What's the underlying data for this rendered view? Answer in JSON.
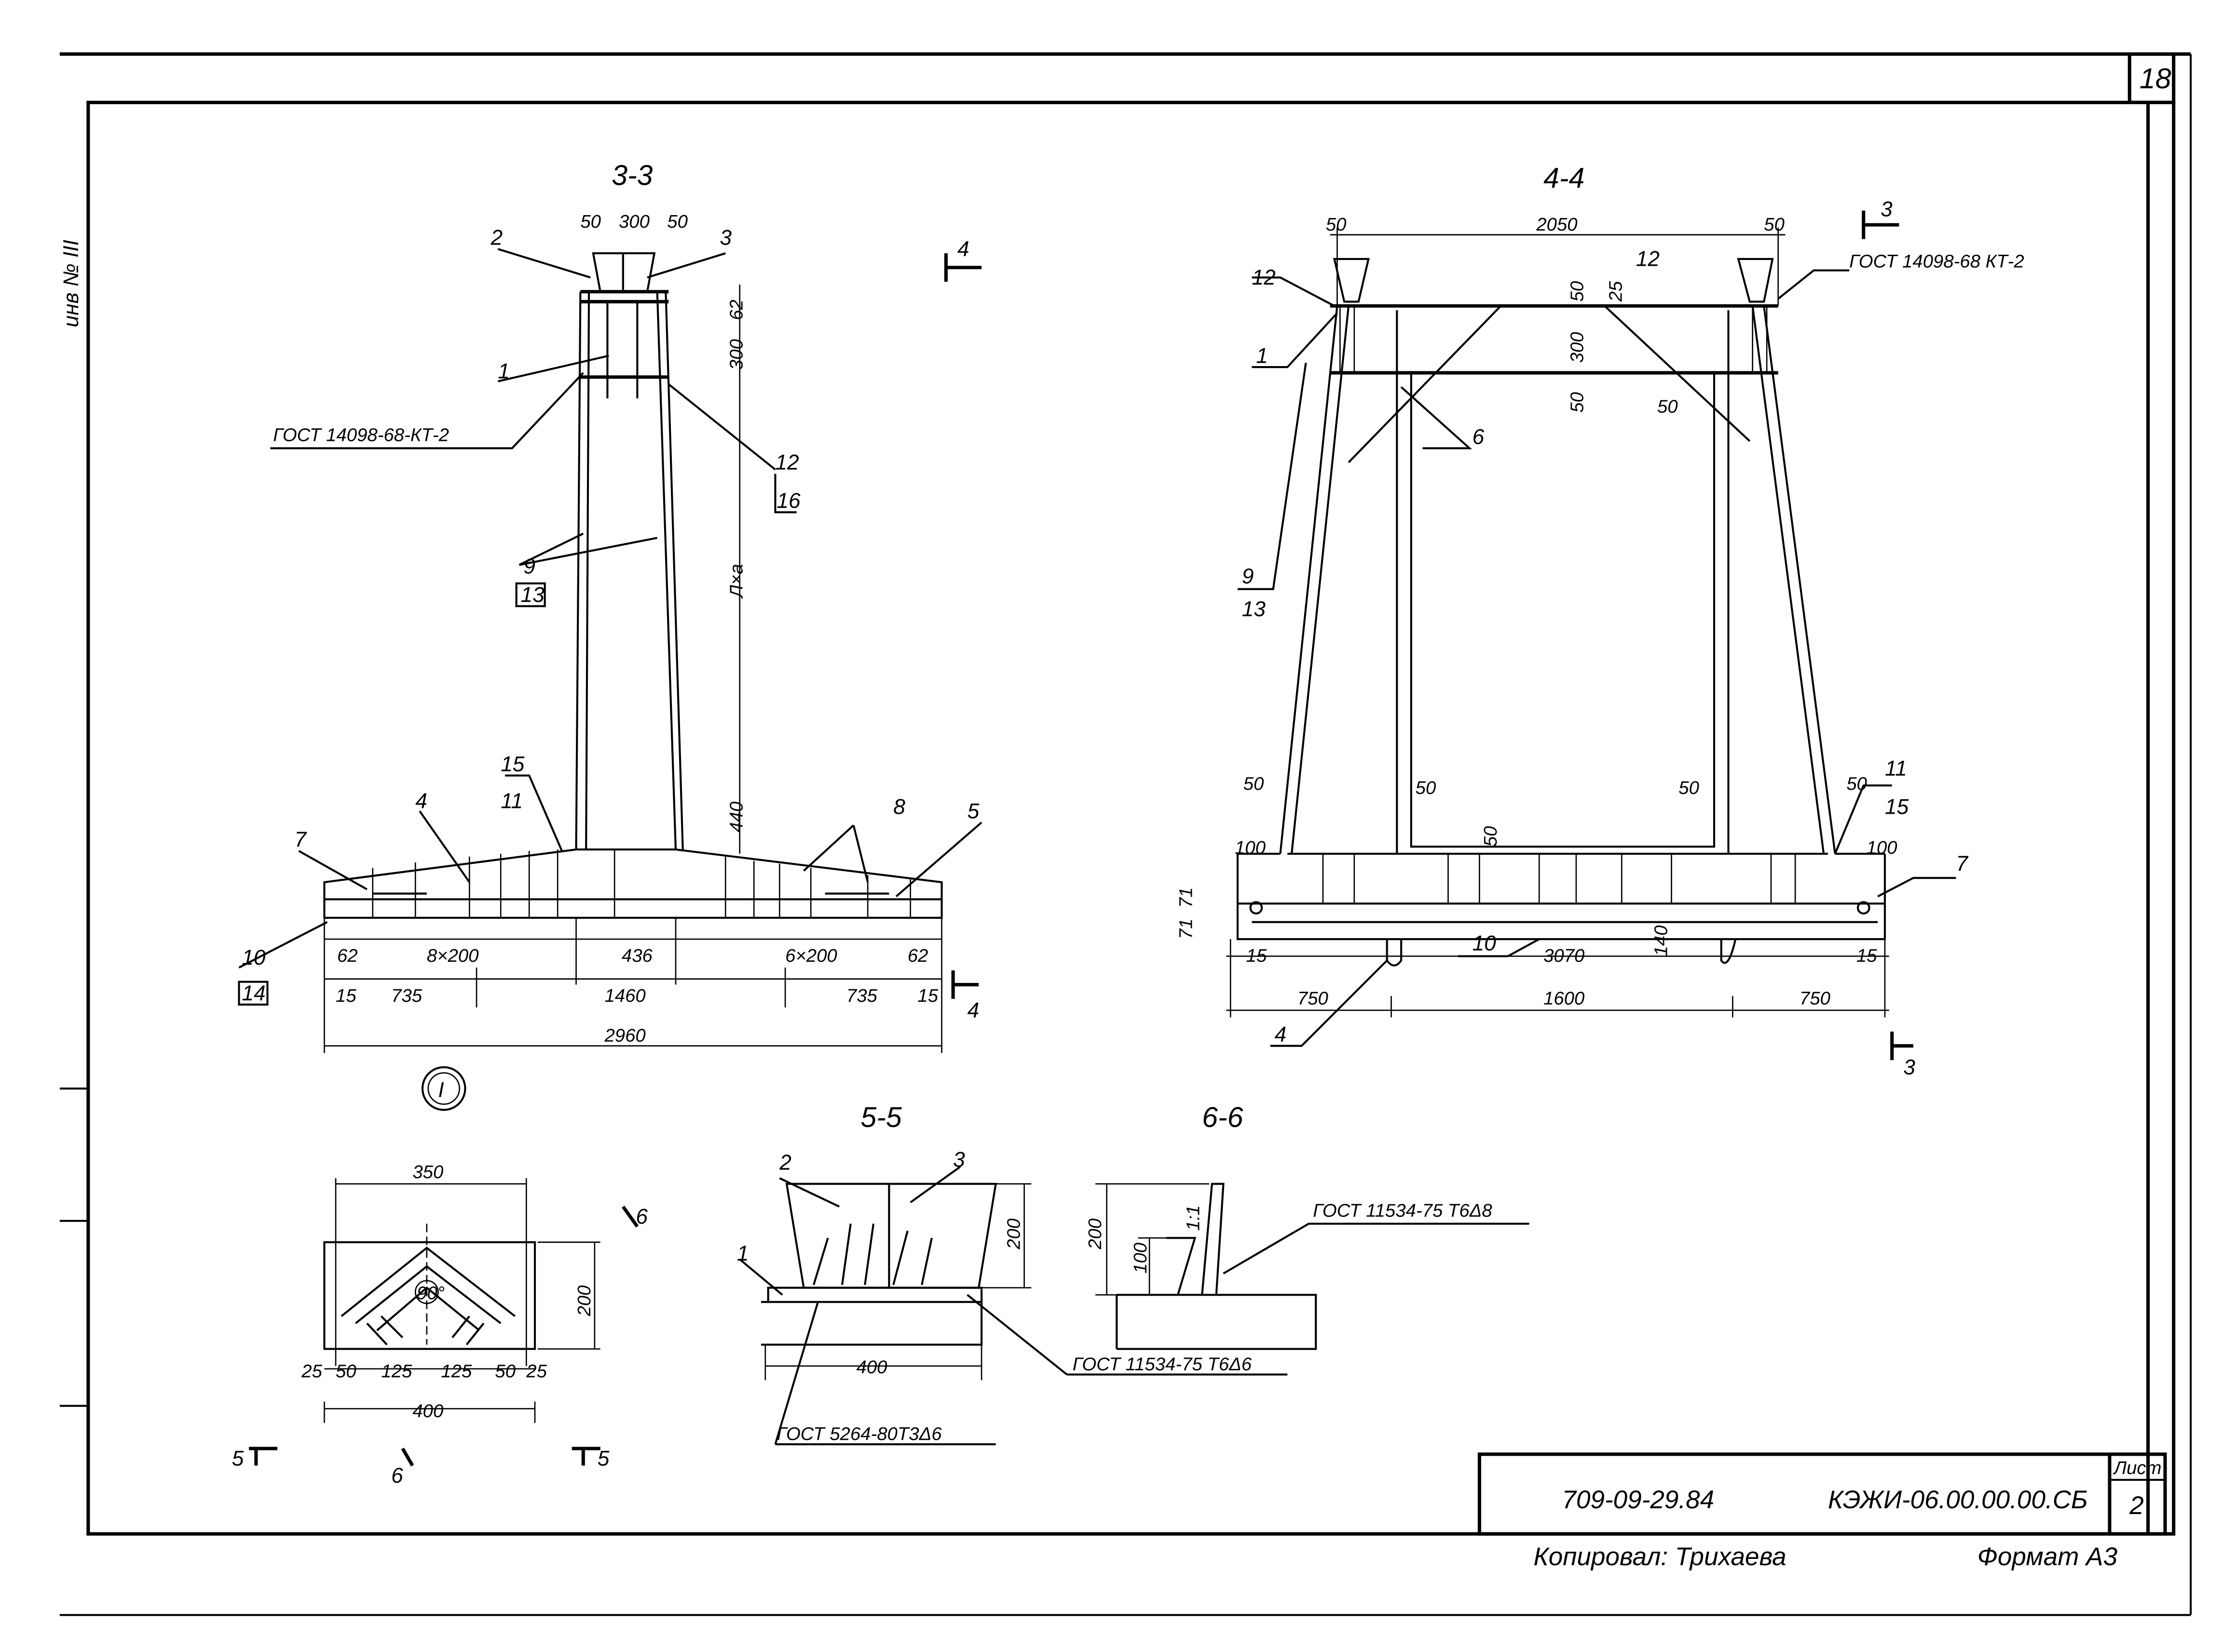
{
  "sheet_number": "18",
  "margin_note": "инв № III",
  "title_block": {
    "project_code": "709-09-29.84",
    "drawing_code": "КЭЖИ-06.00.00.00.СБ",
    "sheet_label": "Лист",
    "sheet_value": "2",
    "copied_by": "Копировал: Трихаева",
    "format": "Формат А3"
  },
  "section_3_3": {
    "title": "3-3",
    "top_dims": [
      "50",
      "300",
      "50"
    ],
    "vert_dims": [
      "62",
      "300",
      "Л×а",
      "440"
    ],
    "callouts": [
      "2",
      "3",
      "1",
      "12",
      "16",
      "9",
      "13",
      "15",
      "11",
      "4",
      "7",
      "8",
      "5",
      "10",
      "14"
    ],
    "gost": "ГОСТ 14098-68-КТ-2",
    "dim_row1": [
      "62",
      "8×200",
      "436",
      "6×200",
      "62"
    ],
    "dim_row2": [
      "15",
      "735",
      "1460",
      "735",
      "15"
    ],
    "dim_total": "2960",
    "section_mark": "4",
    "detail_mark": "I"
  },
  "section_4_4": {
    "title": "4-4",
    "top_dims": [
      "50",
      "2050",
      "50"
    ],
    "vert_dims": [
      "50",
      "300",
      "50",
      "25"
    ],
    "callouts": [
      "12",
      "1",
      "6",
      "12",
      "9",
      "13",
      "11",
      "15",
      "7",
      "10",
      "4"
    ],
    "side_dims": [
      "50",
      "50",
      "50",
      "50",
      "50",
      "50",
      "100",
      "100",
      "71",
      "71",
      "140"
    ],
    "gost": "ГОСТ 14098-68 КТ-2",
    "dim_row1": [
      "15",
      "3070",
      "15"
    ],
    "dim_row2": [
      "750",
      "1600",
      "750"
    ],
    "section_mark": "3"
  },
  "detail_I": {
    "top_dim": "350",
    "height_dim": "200",
    "angle": "90°",
    "bottom_dims": [
      "25",
      "50",
      "125",
      "125",
      "50",
      "25"
    ],
    "total_dim": "400",
    "marks": [
      "6",
      "5",
      "6",
      "5"
    ]
  },
  "section_5_5": {
    "title": "5-5",
    "callouts": [
      "2",
      "3",
      "1"
    ],
    "height_dim": "200",
    "width_dim": "400",
    "gost_a": "ГОСТ 5264-80Т3Δ6",
    "gost_b": "ГОСТ 11534-75 Т6Δ6"
  },
  "section_6_6": {
    "title": "6-6",
    "height_dim": "200",
    "sub_dim": "100",
    "slope": "1:1",
    "gost": "ГОСТ 11534-75 Т6Δ8"
  }
}
